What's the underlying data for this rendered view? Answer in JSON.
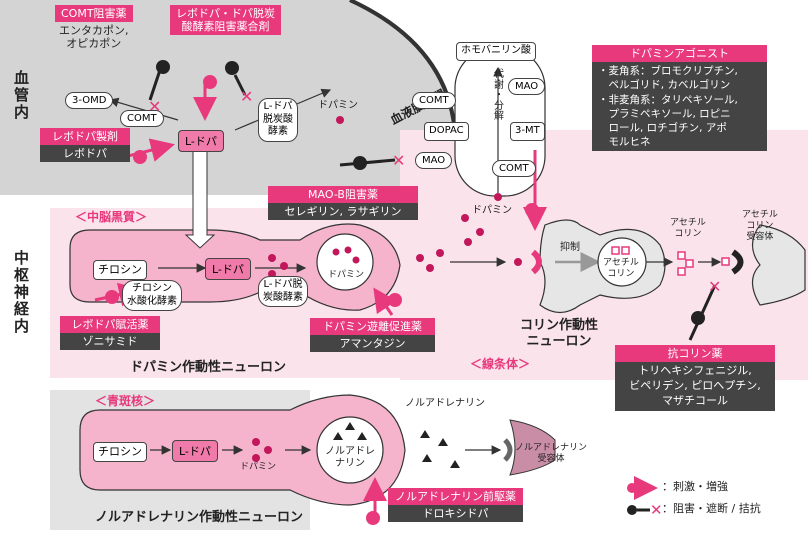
{
  "regions": {
    "blood_vessel": "血管内",
    "cns": "中枢神経内",
    "bbb": "血液脳関門",
    "substantia_nigra": "＜中脳黒質＞",
    "striatum": "＜線条体＞",
    "locus_coeruleus": "＜青斑核＞"
  },
  "drugs": {
    "comt_inhibitor": {
      "header": "COMT阻害薬",
      "names": "エンタカポン,\nオピカポン"
    },
    "ddc_inhibitor_combo": {
      "header": "レボドパ・ドパ脱炭\n酸酵素阻害薬合剤"
    },
    "levodopa_prep": {
      "header": "レボドパ製剤",
      "names": "レボドパ"
    },
    "dopamine_agonist": {
      "header": "ドパミンアゴニスト",
      "lines": [
        "・麦角系：ブロモクリプチン,",
        "　ペルゴリド, カベルゴリン",
        "・非麦角系：タリペキソール,",
        "　プラミペキソール, ロピニ",
        "　ロール, ロチゴチン, アポ",
        "　モルヒネ"
      ]
    },
    "maob_inhibitor": {
      "header": "MAO-B阻害薬",
      "names": "セレギリン, ラサギリン"
    },
    "levodopa_enhancer": {
      "header": "レボドパ賦活薬",
      "names": "ゾニサミド"
    },
    "dopamine_release": {
      "header": "ドパミン遊離促進薬",
      "names": "アマンタジン"
    },
    "anticholinergic": {
      "header": "抗コリン薬",
      "names": "トリヘキシフェニジル,\nビペリデン, ピロヘプチン,\nマザチコール"
    },
    "noradrenaline_precursor": {
      "header": "ノルアドレナリン前駆薬",
      "names": "ドロキシドパ"
    }
  },
  "molecules": {
    "three_omd": "3-OMD",
    "comt": "COMT",
    "l_dopa": "L-ドパ",
    "ddc_enzyme": "L-ドパ\n脱炭酸\n酵素",
    "dopamine": "ドパミン",
    "hva": "ホモバニリン酸",
    "mao": "MAO",
    "dopac": "DOPAC",
    "three_mt": "3-MT",
    "metabolism": "代\n謝\n・\n分\n解",
    "tyrosine": "チロシン",
    "tyrosine_hydroxylase": "チロシン\n水酸化酵素",
    "aadc": "L-ドパ脱\n炭酸酵素",
    "suppression": "抑制",
    "acetylcholine": "アセチル\nコリン",
    "ach_receptor": "アセチル\nコリン\n受容体",
    "noradrenaline": "ノルアドレナリン",
    "noradrenaline_vesicle": "ノルアドレ\nナリン",
    "na_receptor": "ノルアドレナリン\n受容体"
  },
  "neurons": {
    "dopaminergic": "ドパミン作動性ニューロン",
    "cholinergic": "コリン作動性\nニューロン",
    "noradrenergic": "ノルアドレナリン作動性ニューロン"
  },
  "legend": {
    "stimulate": "：刺激・増強",
    "inhibit": "：阻害・遮断 / 拮抗"
  },
  "colors": {
    "pink": "#e8397d",
    "light_pink": "#fbe3ec",
    "gray": "#dcdcdc",
    "dark": "#333333"
  }
}
